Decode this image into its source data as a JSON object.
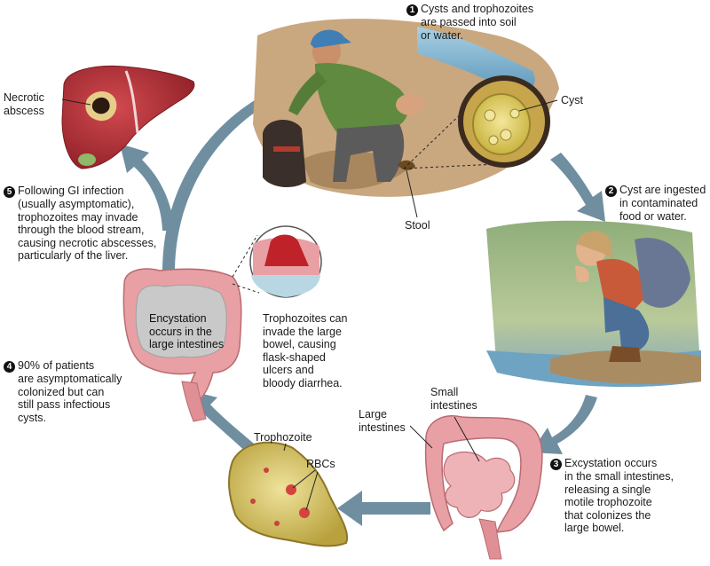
{
  "steps": [
    {
      "number": "1",
      "lines": [
        "Cysts and trophozoites",
        "are passed into soil",
        "or water."
      ]
    },
    {
      "number": "2",
      "lines": [
        "Cyst are ingested",
        "in contaminated",
        "food or water."
      ]
    },
    {
      "number": "3",
      "lines": [
        "Excystation occurs",
        "in the small intestines,",
        "releasing a single",
        "motile trophozoite",
        "that colonizes the",
        "large bowel."
      ]
    },
    {
      "number": "4",
      "lines": [
        "90% of patients",
        "are asymptomatically",
        "colonized but can",
        "still pass infectious",
        "cysts."
      ]
    },
    {
      "number": "5",
      "lines": [
        "Following GI infection",
        "(usually asymptomatic),",
        "trophozoites may invade",
        "through the blood stream,",
        "causing necrotic abscesses,",
        "particularly of the liver."
      ]
    }
  ],
  "labels": {
    "necrotic_abscess": [
      "Necrotic",
      "abscess"
    ],
    "cyst": "Cyst",
    "stool": "Stool",
    "small_intestines": [
      "Small",
      "intestines"
    ],
    "large_intestines": [
      "Large",
      "intestines"
    ],
    "trophozoite": "Trophozoite",
    "rbcs": "RBCs",
    "encystation": [
      "Encystation",
      "occurs in the",
      "large intestines"
    ],
    "invasion": [
      "Trophozoites can",
      "invade the large",
      "bowel, causing",
      "flask-shaped",
      "ulcers and",
      "bloody diarrhea."
    ]
  },
  "colors": {
    "arrow": "#6f8fa0",
    "liver": "#b8323a",
    "intestine": "#e8a0a4",
    "cyst_fill": "#e6d36a",
    "trophozoite_fill": "#d9c76a",
    "water": "#7fb3cf"
  }
}
